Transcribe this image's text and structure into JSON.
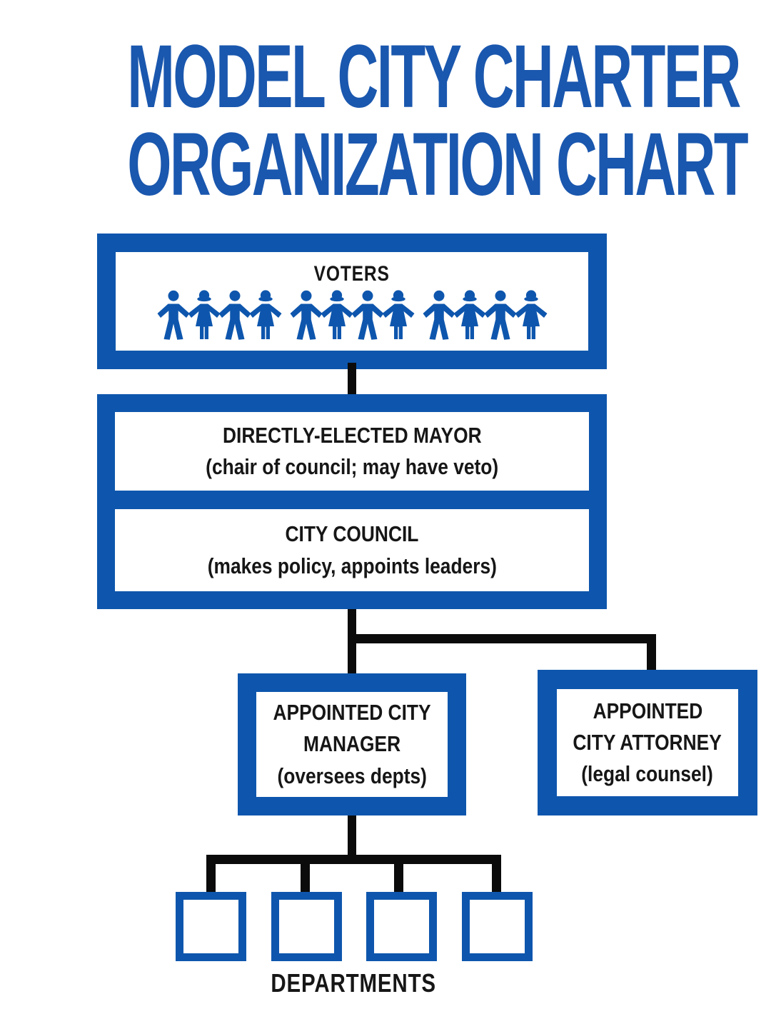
{
  "colors": {
    "box_blue": "#0E56AD",
    "title_blue": "#1A57AE",
    "connector_black": "#0B0B0B",
    "text_black": "#161616",
    "background": "#FFFFFF"
  },
  "title": {
    "line1": "MODEL CITY CHARTER",
    "line2": "ORGANIZATION CHART"
  },
  "voters": {
    "label": "VOTERS",
    "figures": [
      "man",
      "woman",
      "man",
      "woman",
      "man",
      "woman",
      "man",
      "woman",
      "man",
      "woman",
      "man",
      "woman"
    ],
    "cluster_breaks": [
      4,
      8
    ]
  },
  "mayor": {
    "title": "DIRECTLY-ELECTED MAYOR",
    "subtitle": "(chair of council; may have veto)"
  },
  "council": {
    "title": "CITY COUNCIL",
    "subtitle": "(makes policy, appoints leaders)"
  },
  "manager": {
    "line1": "APPOINTED CITY",
    "line2": "MANAGER",
    "subtitle": "(oversees depts)"
  },
  "attorney": {
    "line1": "APPOINTED",
    "line2": "CITY ATTORNEY",
    "subtitle": "(legal counsel)"
  },
  "departments": {
    "label": "DEPARTMENTS",
    "count": 4
  }
}
